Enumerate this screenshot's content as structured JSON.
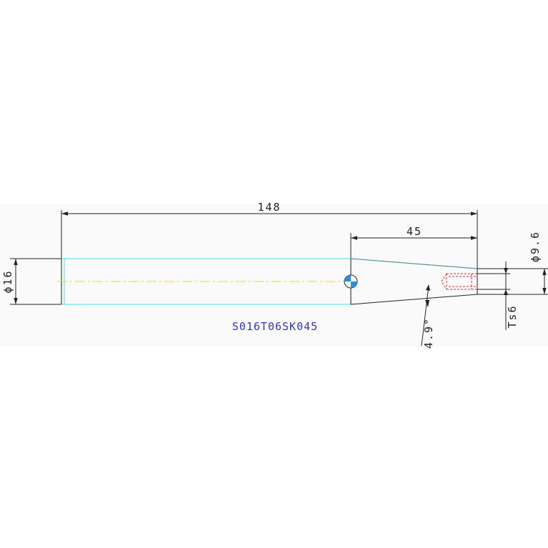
{
  "drawing": {
    "overall_length": "148",
    "taper_length": "45",
    "shank_diameter": "ϕ16",
    "tip_diameter": "ϕ9.6",
    "thread": "Ts6",
    "taper_angle": "4.9°",
    "part_number": "S016T06SK045"
  },
  "colors": {
    "background_band": "#fafafa",
    "shank_outline": "#66e0f0",
    "centerline": "#e6e600",
    "dimension": "#222222",
    "thread_hidden": "#e03030",
    "part_label": "#3333cc",
    "datum_marker": "#2a8fd8"
  }
}
